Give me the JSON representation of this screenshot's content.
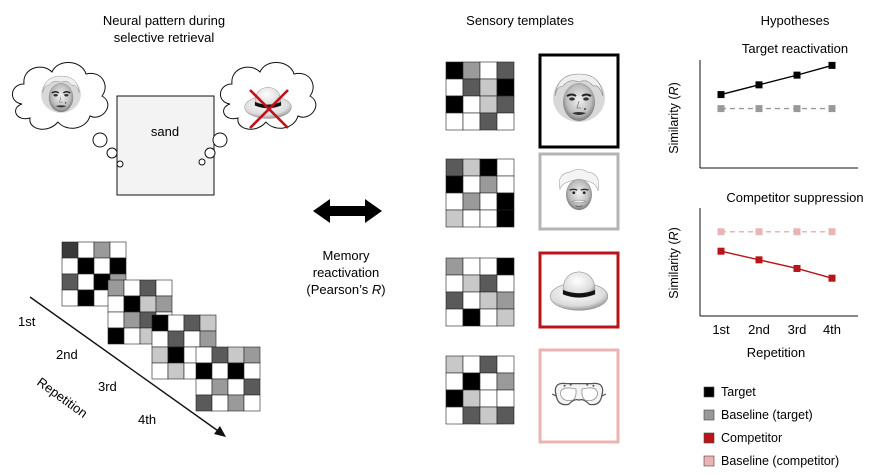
{
  "left_panel": {
    "title_line1": "Neural pattern during",
    "title_line2": "selective retrieval",
    "word": "sand",
    "repetition_labels": [
      "1st",
      "2nd",
      "3rd",
      "4th"
    ],
    "axis_label": "Repetition",
    "pattern_grids": [
      [
        "#3a3a3a",
        "#ffffff",
        "#9a9a9a",
        "#ffffff",
        "#ffffff",
        "#000000",
        "#ffffff",
        "#000000",
        "#5a5a5a",
        "#ffffff",
        "#000000",
        "#9a9a9a",
        "#ffffff",
        "#000000",
        "#ffffff",
        "#ffffff"
      ],
      [
        "#9a9a9a",
        "#ffffff",
        "#5a5a5a",
        "#ffffff",
        "#ffffff",
        "#000000",
        "#c8c8c8",
        "#9a9a9a",
        "#ffffff",
        "#9a9a9a",
        "#5a5a5a",
        "#ffffff",
        "#000000",
        "#ffffff",
        "#c8c8c8",
        "#ffffff"
      ],
      [
        "#000000",
        "#ffffff",
        "#5a5a5a",
        "#c8c8c8",
        "#ffffff",
        "#5a5a5a",
        "#ffffff",
        "#9a9a9a",
        "#c8c8c8",
        "#000000",
        "#ffffff",
        "#000000",
        "#ffffff",
        "#c8c8c8",
        "#ffffff",
        "#ffffff"
      ],
      [
        "#ffffff",
        "#5a5a5a",
        "#c8c8c8",
        "#9a9a9a",
        "#000000",
        "#ffffff",
        "#000000",
        "#ffffff",
        "#ffffff",
        "#9a9a9a",
        "#ffffff",
        "#5a5a5a",
        "#5a5a5a",
        "#ffffff",
        "#9a9a9a",
        "#ffffff"
      ]
    ]
  },
  "middle": {
    "line1": "Memory",
    "line2": "reactivation",
    "line3_prefix": "(Pearson’s ",
    "line3_italic": "R",
    "line3_suffix": ")"
  },
  "templates": {
    "title": "Sensory templates",
    "items": [
      {
        "icon": "face-marilyn-icon",
        "frame_color": "#000000",
        "grid": [
          "#000000",
          "#9a9a9a",
          "#ffffff",
          "#5a5a5a",
          "#ffffff",
          "#5a5a5a",
          "#c8c8c8",
          "#000000",
          "#000000",
          "#ffffff",
          "#c8c8c8",
          "#5a5a5a",
          "#ffffff",
          "#ffffff",
          "#5a5a5a",
          "#ffffff"
        ]
      },
      {
        "icon": "face-einstein-icon",
        "frame_color": "#b4b4b4",
        "grid": [
          "#5a5a5a",
          "#c8c8c8",
          "#000000",
          "#ffffff",
          "#000000",
          "#ffffff",
          "#9a9a9a",
          "#ffffff",
          "#ffffff",
          "#9a9a9a",
          "#ffffff",
          "#000000",
          "#c8c8c8",
          "#ffffff",
          "#ffffff",
          "#000000"
        ]
      },
      {
        "icon": "hat-icon",
        "frame_color": "#b8141a",
        "grid": [
          "#9a9a9a",
          "#ffffff",
          "#ffffff",
          "#000000",
          "#ffffff",
          "#c8c8c8",
          "#5a5a5a",
          "#ffffff",
          "#5a5a5a",
          "#ffffff",
          "#c8c8c8",
          "#9a9a9a",
          "#ffffff",
          "#000000",
          "#ffffff",
          "#c8c8c8"
        ]
      },
      {
        "icon": "goggles-icon",
        "frame_color": "#eab4b4",
        "grid": [
          "#c8c8c8",
          "#ffffff",
          "#5a5a5a",
          "#ffffff",
          "#ffffff",
          "#000000",
          "#ffffff",
          "#9a9a9a",
          "#000000",
          "#c8c8c8",
          "#ffffff",
          "#ffffff",
          "#ffffff",
          "#5a5a5a",
          "#c8c8c8",
          "#5a5a5a"
        ]
      }
    ]
  },
  "hypotheses": {
    "title": "Hypotheses",
    "ylabel_prefix": "Similarity (",
    "ylabel_italic": "R",
    "ylabel_suffix": ")",
    "xlabel": "Repetition",
    "legend": [
      {
        "label": "Target",
        "color": "#000000"
      },
      {
        "label": "Baseline (target)",
        "color": "#999999"
      },
      {
        "label": "Competitor",
        "color": "#b8141a"
      },
      {
        "label": "Baseline (competitor)",
        "color": "#eab4b4"
      }
    ]
  },
  "chart_data": [
    {
      "type": "line",
      "title": "Target reactivation",
      "categories": [
        "1st",
        "2nd",
        "3rd",
        "4th"
      ],
      "ylim": [
        0,
        1
      ],
      "series": [
        {
          "name": "Target",
          "values": [
            0.68,
            0.77,
            0.86,
            0.95
          ],
          "color": "#000000",
          "dashed": false
        },
        {
          "name": "Baseline (target)",
          "values": [
            0.55,
            0.55,
            0.55,
            0.55
          ],
          "color": "#999999",
          "dashed": true
        }
      ]
    },
    {
      "type": "line",
      "title": "Competitor suppression",
      "categories": [
        "1st",
        "2nd",
        "3rd",
        "4th"
      ],
      "ylim": [
        0,
        1
      ],
      "series": [
        {
          "name": "Competitor",
          "values": [
            0.6,
            0.52,
            0.44,
            0.35
          ],
          "color": "#b8141a",
          "dashed": false
        },
        {
          "name": "Baseline (competitor)",
          "values": [
            0.78,
            0.78,
            0.78,
            0.78
          ],
          "color": "#eab4b4",
          "dashed": true
        }
      ]
    }
  ]
}
